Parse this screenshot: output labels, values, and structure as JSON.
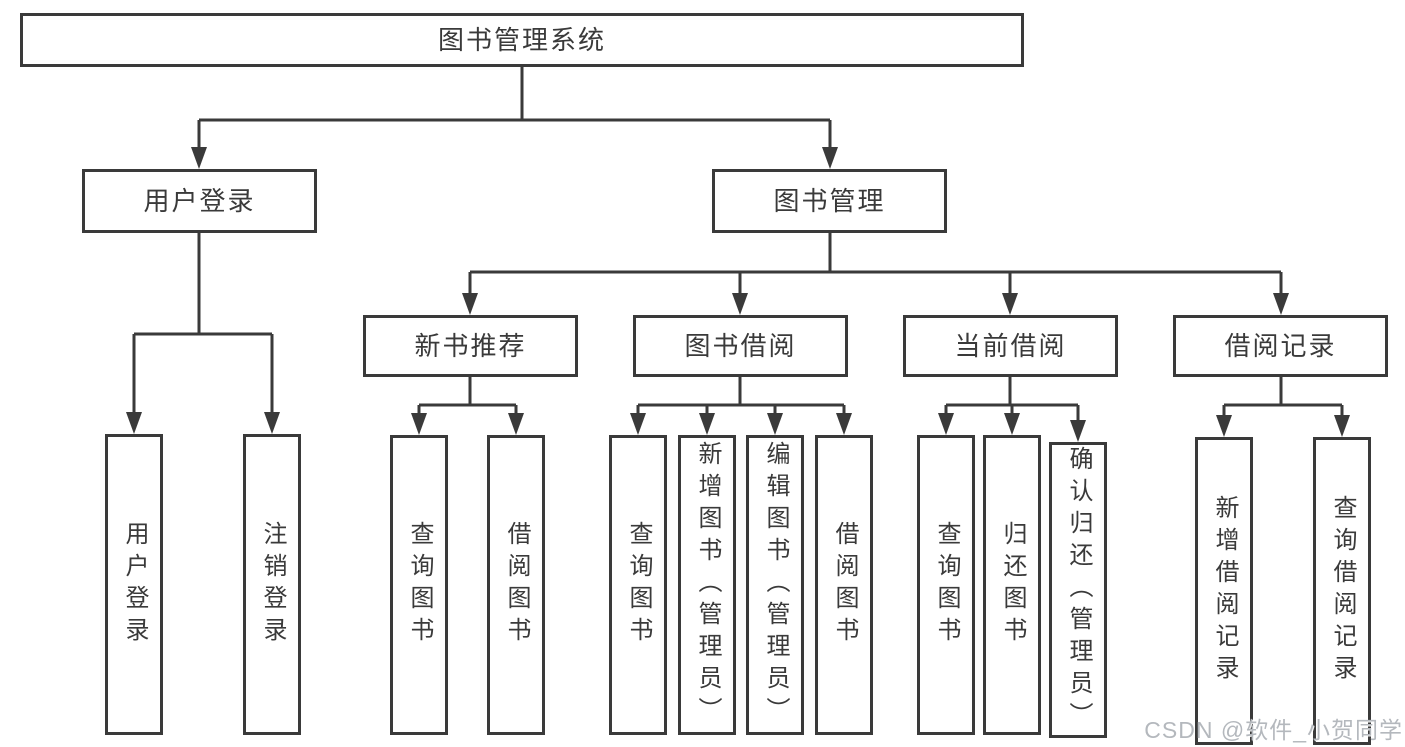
{
  "diagram_title": "图书管理系统",
  "tree": {
    "label": "图书管理系统",
    "children": [
      {
        "label": "用户登录",
        "children": [
          {
            "label": "用户登录"
          },
          {
            "label": "注销登录"
          }
        ]
      },
      {
        "label": "图书管理",
        "children": [
          {
            "label": "新书推荐",
            "children": [
              {
                "label": "查询图书"
              },
              {
                "label": "借阅图书"
              }
            ]
          },
          {
            "label": "图书借阅",
            "children": [
              {
                "label": "查询图书"
              },
              {
                "label": "新增图书（管理员）"
              },
              {
                "label": "编辑图书（管理员）"
              },
              {
                "label": "借阅图书"
              }
            ]
          },
          {
            "label": "当前借阅",
            "children": [
              {
                "label": "查询图书"
              },
              {
                "label": "归还图书"
              },
              {
                "label": "确认归还（管理员）"
              }
            ]
          },
          {
            "label": "借阅记录",
            "children": [
              {
                "label": "新增借阅记录"
              },
              {
                "label": "查询借阅记录"
              }
            ]
          }
        ]
      }
    ]
  },
  "watermark": {
    "text": "CSDN @软件_小贺同学"
  },
  "colors": {
    "line": "#3a3a3a",
    "text": "#3a3a3a",
    "background": "#ffffff",
    "watermark": "#b4b8bd"
  }
}
